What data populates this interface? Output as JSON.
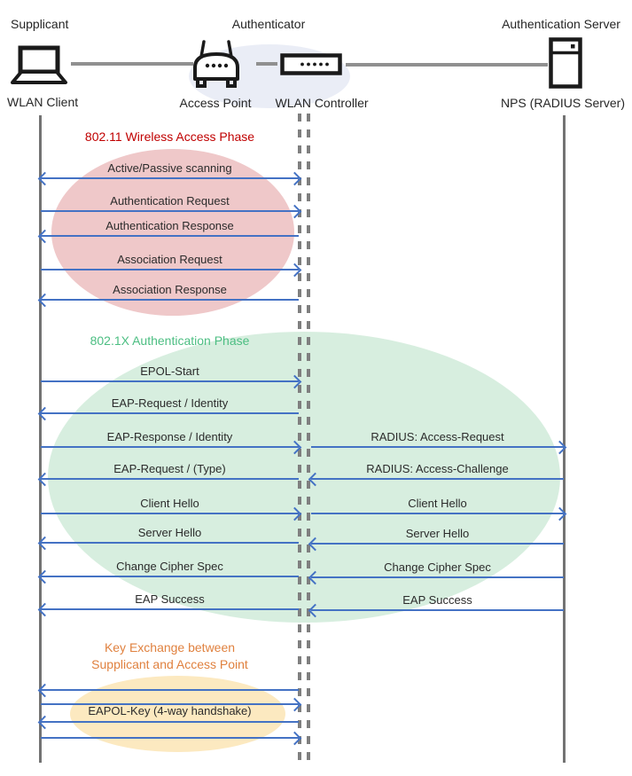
{
  "header": {
    "roles": {
      "supplicant": "Supplicant",
      "authenticator": "Authenticator",
      "auth_server": "Authentication Server"
    },
    "devices": {
      "wlan_client": "WLAN Client",
      "access_point": "Access Point",
      "wlan_controller": "WLAN Controller",
      "nps": "NPS (RADIUS Server)"
    }
  },
  "phases": {
    "wireless": {
      "title": "802.11 Wireless Access Phase",
      "title_color": "#C00000",
      "ellipse_color": "#EFC8C9"
    },
    "dot1x": {
      "title": "802.1X Authentication Phase",
      "title_color": "#4CBE82",
      "ellipse_color": "#D7EEDF"
    },
    "key_exchange": {
      "title_line1": "Key Exchange between",
      "title_line2": "Supplicant and Access Point",
      "title_color": "#E0813F",
      "ellipse_color": "#FCE9C0",
      "label": "EAPOL-Key (4-way handshake)",
      "arrows": [
        {
          "direction": "left"
        },
        {
          "direction": "right"
        },
        {
          "direction": "left"
        },
        {
          "direction": "right"
        }
      ]
    }
  },
  "messages_left": [
    {
      "label": "Active/Passive scanning",
      "direction": "both"
    },
    {
      "label": "Authentication Request",
      "direction": "right"
    },
    {
      "label": "Authentication Response",
      "direction": "left"
    },
    {
      "label": "Association Request",
      "direction": "right"
    },
    {
      "label": "Association Response",
      "direction": "left"
    },
    {
      "label": "EPOL-Start",
      "direction": "right"
    },
    {
      "label": "EAP-Request / Identity",
      "direction": "left"
    },
    {
      "label": "EAP-Response / Identity",
      "direction": "right"
    },
    {
      "label": "EAP-Request / (Type)",
      "direction": "left"
    },
    {
      "label": "Client Hello",
      "direction": "right"
    },
    {
      "label": "Server Hello",
      "direction": "left"
    },
    {
      "label": "Change Cipher Spec",
      "direction": "left"
    },
    {
      "label": "EAP Success",
      "direction": "left"
    }
  ],
  "messages_right": [
    {
      "label": "RADIUS: Access-Request",
      "direction": "right"
    },
    {
      "label": "RADIUS: Access-Challenge",
      "direction": "left"
    },
    {
      "label": "Client Hello",
      "direction": "right"
    },
    {
      "label": "Server Hello",
      "direction": "left"
    },
    {
      "label": "Change Cipher Spec",
      "direction": "left"
    },
    {
      "label": "EAP Success",
      "direction": "left"
    }
  ],
  "colors": {
    "arrow": "#4472C4",
    "lifeline": "#7F7F7F",
    "icon": "#1A1A1A",
    "authenticator_ellipse": "#EAEDF6",
    "text": "#262626"
  }
}
